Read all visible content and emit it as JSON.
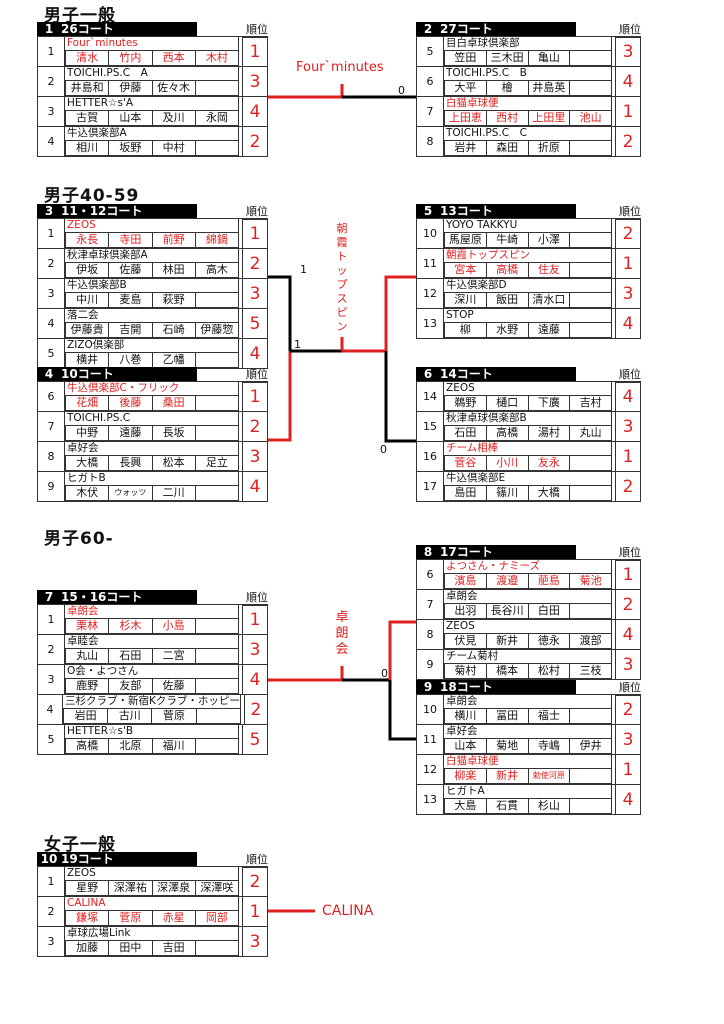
{
  "sections": {
    "mens_open": "男子一般",
    "mens_40_59": "男子40-59",
    "mens_60": "男子60-",
    "womens_open": "女子一般"
  },
  "rank_label": "順位",
  "colors": {
    "winner": "#e02020",
    "header": "#000000"
  },
  "blocks": [
    {
      "num": "1",
      "court": "26コート",
      "teams": [
        {
          "seed": "1",
          "name": "Four`minutes",
          "members": [
            "清水",
            "竹内",
            "西本",
            "木村"
          ],
          "rank": "1",
          "winner": true
        },
        {
          "seed": "2",
          "name": "TOICHI.PS.C　A",
          "members": [
            "井島和",
            "伊藤",
            "佐々木",
            ""
          ],
          "rank": "3"
        },
        {
          "seed": "3",
          "name": "HETTER☆s'A",
          "members": [
            "古賀",
            "山本",
            "及川",
            "永岡"
          ],
          "rank": "4"
        },
        {
          "seed": "4",
          "name": "牛込倶楽部A",
          "members": [
            "相川",
            "坂野",
            "中村",
            ""
          ],
          "rank": "2"
        }
      ]
    },
    {
      "num": "2",
      "court": "27コート",
      "teams": [
        {
          "seed": "5",
          "name": "目白卓球倶楽部",
          "members": [
            "笠田",
            "三木田",
            "亀山",
            ""
          ],
          "rank": "3"
        },
        {
          "seed": "6",
          "name": "TOICHI.PS.C　B",
          "members": [
            "大平",
            "檜",
            "井島英",
            ""
          ],
          "rank": "4"
        },
        {
          "seed": "7",
          "name": "白猫卓球便",
          "members": [
            "上田恵",
            "西村",
            "上田里",
            "池山"
          ],
          "rank": "1",
          "winner": true
        },
        {
          "seed": "8",
          "name": "TOICHI.PS.C　C",
          "members": [
            "岩井",
            "森田",
            "折原",
            ""
          ],
          "rank": "2"
        }
      ]
    },
    {
      "num": "3",
      "court": "11・12コート",
      "teams": [
        {
          "seed": "1",
          "name": "ZEOS",
          "members": [
            "永長",
            "寺田",
            "前野",
            "綿鍋"
          ],
          "rank": "1",
          "winner": true
        },
        {
          "seed": "2",
          "name": "秋津卓球倶楽部A",
          "members": [
            "伊坂",
            "佐藤",
            "林田",
            "高木"
          ],
          "rank": "2"
        },
        {
          "seed": "3",
          "name": "牛込倶楽部B",
          "members": [
            "中川",
            "麦島",
            "萩野",
            ""
          ],
          "rank": "3"
        },
        {
          "seed": "4",
          "name": "落二会",
          "members": [
            "伊藤貴",
            "吉開",
            "石崎",
            "伊藤惣"
          ],
          "rank": "5"
        },
        {
          "seed": "5",
          "name": "ZIZO倶楽部",
          "members": [
            "横井",
            "八巻",
            "乙幡",
            ""
          ],
          "rank": "4"
        }
      ]
    },
    {
      "num": "4",
      "court": "10コート",
      "teams": [
        {
          "seed": "6",
          "name": "牛込倶楽部C・フリック",
          "members": [
            "花畑",
            "後藤",
            "桑田",
            ""
          ],
          "rank": "1",
          "winner": true
        },
        {
          "seed": "7",
          "name": "TOICHI.PS.C",
          "members": [
            "中野",
            "遠藤",
            "長坂",
            ""
          ],
          "rank": "2"
        },
        {
          "seed": "8",
          "name": "卓好会",
          "members": [
            "大橋",
            "長興",
            "松本",
            "足立"
          ],
          "rank": "3"
        },
        {
          "seed": "9",
          "name": "ヒガトB",
          "members": [
            "木伏",
            "ウォッツ",
            "二川",
            ""
          ],
          "rank": "4"
        }
      ]
    },
    {
      "num": "5",
      "court": "13コート",
      "teams": [
        {
          "seed": "10",
          "name": "YOYO TAKKYU",
          "members": [
            "馬屋原",
            "牛崎",
            "小澤",
            ""
          ],
          "rank": "2"
        },
        {
          "seed": "11",
          "name": "朝霞トップスピン",
          "members": [
            "宮本",
            "高橋",
            "住友",
            ""
          ],
          "rank": "1",
          "winner": true
        },
        {
          "seed": "12",
          "name": "牛込倶楽部D",
          "members": [
            "深川",
            "飯田",
            "清水口",
            ""
          ],
          "rank": "3"
        },
        {
          "seed": "13",
          "name": "STOP",
          "members": [
            "柳",
            "水野",
            "遠藤",
            ""
          ],
          "rank": "4"
        }
      ]
    },
    {
      "num": "6",
      "court": "14コート",
      "teams": [
        {
          "seed": "14",
          "name": "ZEOS",
          "members": [
            "鵜野",
            "樋口",
            "下廣",
            "吉村"
          ],
          "rank": "4"
        },
        {
          "seed": "15",
          "name": "秋津卓球倶楽部B",
          "members": [
            "石田",
            "高橋",
            "湯村",
            "丸山"
          ],
          "rank": "3"
        },
        {
          "seed": "16",
          "name": "チーム相棒",
          "members": [
            "菅谷",
            "小川",
            "友永",
            ""
          ],
          "rank": "1",
          "winner": true
        },
        {
          "seed": "17",
          "name": "牛込倶楽部E",
          "members": [
            "島田",
            "篠川",
            "大橋",
            ""
          ],
          "rank": "2"
        }
      ]
    },
    {
      "num": "7",
      "court": "15・16コート",
      "teams": [
        {
          "seed": "1",
          "name": "卓朗会",
          "members": [
            "栗林",
            "杉木",
            "小島",
            ""
          ],
          "rank": "1",
          "winner": true
        },
        {
          "seed": "2",
          "name": "卓睦会",
          "members": [
            "丸山",
            "石田",
            "二宮",
            ""
          ],
          "rank": "3"
        },
        {
          "seed": "3",
          "name": "O会・よつさん",
          "members": [
            "鹿野",
            "友部",
            "佐藤",
            ""
          ],
          "rank": "4"
        },
        {
          "seed": "4",
          "name": "三杉クラブ・新宿Kクラブ・ホッピー",
          "members": [
            "岩田",
            "古川",
            "菅原",
            ""
          ],
          "rank": "2"
        },
        {
          "seed": "5",
          "name": "HETTER☆s'B",
          "members": [
            "高橋",
            "北原",
            "福川",
            ""
          ],
          "rank": "5"
        }
      ]
    },
    {
      "num": "8",
      "court": "17コート",
      "teams": [
        {
          "seed": "6",
          "name": "よつさん・ナミーズ",
          "members": [
            "濱島",
            "渡邉",
            "萉島",
            "菊池"
          ],
          "rank": "1",
          "winner": true
        },
        {
          "seed": "7",
          "name": "卓朗会",
          "members": [
            "出羽",
            "長谷川",
            "白田",
            ""
          ],
          "rank": "2"
        },
        {
          "seed": "8",
          "name": "ZEOS",
          "members": [
            "伏見",
            "新井",
            "徳永",
            "渡部"
          ],
          "rank": "4"
        },
        {
          "seed": "9",
          "name": "チーム菊村",
          "members": [
            "菊村",
            "橋本",
            "松村",
            "三枝"
          ],
          "rank": "3"
        }
      ]
    },
    {
      "num": "9",
      "court": "18コート",
      "teams": [
        {
          "seed": "10",
          "name": "卓朗会",
          "members": [
            "横川",
            "冨田",
            "福士",
            ""
          ],
          "rank": "2"
        },
        {
          "seed": "11",
          "name": "卓好会",
          "members": [
            "山本",
            "菊地",
            "寺嶋",
            "伊井"
          ],
          "rank": "3"
        },
        {
          "seed": "12",
          "name": "白猫卓球便",
          "members": [
            "柳楽",
            "新井",
            "勅使河原",
            ""
          ],
          "rank": "1",
          "winner": true
        },
        {
          "seed": "13",
          "name": "ヒガトA",
          "members": [
            "大島",
            "石貫",
            "杉山",
            ""
          ],
          "rank": "4"
        }
      ]
    },
    {
      "num": "10",
      "court": "19コート",
      "teams": [
        {
          "seed": "1",
          "name": "ZEOS",
          "members": [
            "星野",
            "深澤祐",
            "深澤泉",
            "深澤咲"
          ],
          "rank": "2"
        },
        {
          "seed": "2",
          "name": "CALINA",
          "members": [
            "鎌塚",
            "菅原",
            "赤星",
            "岡部"
          ],
          "rank": "1",
          "winner": true
        },
        {
          "seed": "3",
          "name": "卓球広場Link",
          "members": [
            "加藤",
            "田中",
            "吉田",
            ""
          ],
          "rank": "3"
        }
      ]
    }
  ],
  "finals": {
    "mens_open": {
      "winner": "Four`minutes",
      "score_right": "0"
    },
    "mens_40_59": {
      "winner": "朝霞トップスピン",
      "score_semi_top": "1",
      "score_left": "1",
      "score_right": "0"
    },
    "mens_60": {
      "winner": "卓朗会",
      "score_right": "0"
    },
    "womens_open": {
      "winner": "CALINA"
    }
  }
}
